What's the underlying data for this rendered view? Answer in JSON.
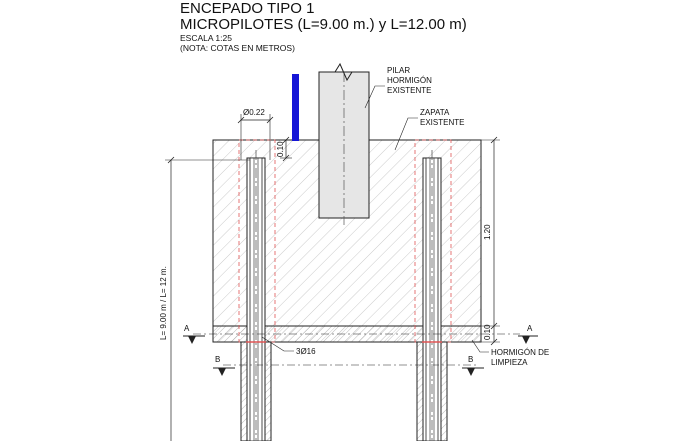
{
  "title": {
    "line1": "ENCEPADO TIPO 1",
    "line2": "MICROPILOTES (L=9.00 m.) y L=12.00 m)",
    "scale": "ESCALA 1:25",
    "note": "(NOTA: COTAS EN METROS)"
  },
  "labels": {
    "pilar_line1": "PILAR",
    "pilar_line2": "HORMIGÓN",
    "pilar_line3": "EXISTENTE",
    "zapata_line1": "ZAPATA",
    "zapata_line2": "EXISTENTE",
    "limpieza_line1": "HORMIGÓN DE",
    "limpieza_line2": "LIMPIEZA",
    "rebar": "3Ø16"
  },
  "dimensions": {
    "diameter": "Ø0.22",
    "top_cover": "0.10",
    "height": "1.20",
    "bottom_cover": "0.10",
    "length": "L= 9.00 m / L= 12 m."
  },
  "sections": {
    "a": "A",
    "b": "B"
  },
  "colors": {
    "line": "#222222",
    "hatch": "#9a9a9a",
    "red_dash": "#e05555",
    "blue": "#1515d6"
  }
}
